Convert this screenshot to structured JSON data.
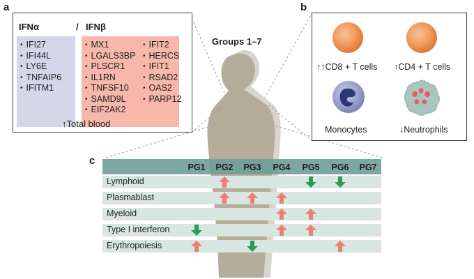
{
  "panel_a": {
    "letter": "a",
    "ifna_title": "IFNα",
    "slash": "/",
    "ifnb_title": "IFNβ",
    "ifna_genes": [
      "IFI27",
      "IFI44L",
      "LY6E",
      "TNFAIP6",
      "IFITM1"
    ],
    "ifnb_genes_col1": [
      "MX1",
      "LGALS3BP",
      "PLSCR1",
      "IL1RN",
      "TNFSF10",
      "SAMD9L",
      "EIF2AK2"
    ],
    "ifnb_genes_col2": [
      "IFIT2",
      "HERCS",
      "IFIT1",
      "RSAD2",
      "OAS2",
      "PARP12"
    ],
    "footer": "↑Total blood",
    "colors": {
      "ifna_bg": "#d6d6ea",
      "ifnb_bg": "#f7b8ab"
    }
  },
  "groups_label": "Groups 1–7",
  "panel_b": {
    "letter": "b",
    "cells": [
      {
        "label": "↑↑CD8 + T cells",
        "icon": "t-cell-icon"
      },
      {
        "label": "↑CD4 + T cells",
        "icon": "t-cell-icon"
      },
      {
        "label": "Monocytes",
        "icon": "monocyte-icon"
      },
      {
        "label": "↓Neutrophils",
        "icon": "neutrophil-icon"
      }
    ]
  },
  "panel_c": {
    "letter": "c",
    "columns": [
      "PG1",
      "PG2",
      "PG3",
      "PG4",
      "PG5",
      "PG6",
      "PG7"
    ],
    "rows": [
      {
        "label": "Lymphoid",
        "cells": [
          "",
          "up",
          "",
          "",
          "down",
          "down",
          ""
        ]
      },
      {
        "label": "Plasmablast",
        "cells": [
          "",
          "up",
          "up",
          "up",
          "",
          "",
          ""
        ]
      },
      {
        "label": "Myeloid",
        "cells": [
          "",
          "",
          "",
          "up",
          "up",
          "",
          ""
        ]
      },
      {
        "label": "Type I interferon",
        "cells": [
          "down",
          "",
          "",
          "up",
          "up",
          "",
          ""
        ]
      },
      {
        "label": "Erythropoiesis",
        "cells": [
          "up",
          "",
          "down",
          "",
          "",
          "up",
          ""
        ]
      }
    ],
    "colors": {
      "up": "#ee7e72",
      "down": "#2f9a55",
      "header_bg": "#6f9e97",
      "row_bg": "#d7e6e1"
    }
  }
}
